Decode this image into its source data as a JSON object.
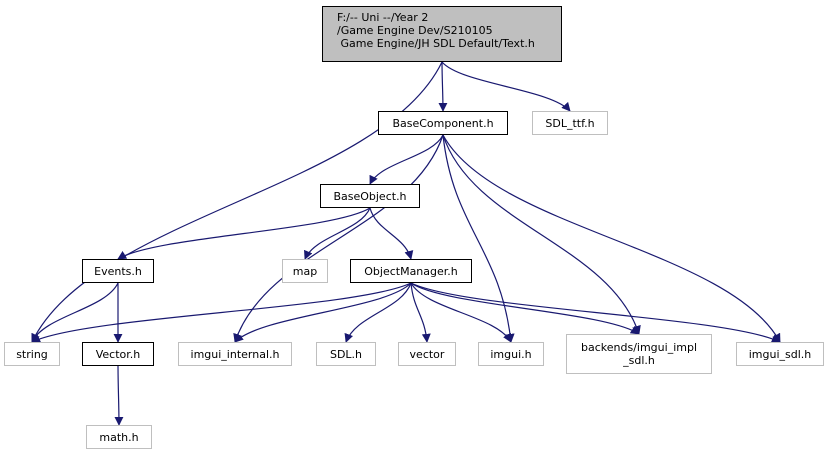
{
  "colors": {
    "edge": "#191970",
    "root_fill": "#bfbfbf",
    "doc_border": "#000000",
    "ext_border": "#bfbfbf"
  },
  "nodes": {
    "root": {
      "label": "F:/-- Uni --/Year 2\n/Game Engine Dev/S210105\n Game Engine/JH SDL Default/Text.h"
    },
    "base_component": {
      "label": "BaseComponent.h"
    },
    "sdl_ttf": {
      "label": "SDL_ttf.h"
    },
    "base_object": {
      "label": "BaseObject.h"
    },
    "events": {
      "label": "Events.h"
    },
    "map": {
      "label": "map"
    },
    "object_manager": {
      "label": "ObjectManager.h"
    },
    "string": {
      "label": "string"
    },
    "vector_h": {
      "label": "Vector.h"
    },
    "imgui_internal": {
      "label": "imgui_internal.h"
    },
    "sdl_h": {
      "label": "SDL.h"
    },
    "vector": {
      "label": "vector"
    },
    "imgui_h": {
      "label": "imgui.h"
    },
    "imgui_impl_sdl": {
      "label": "backends/imgui_impl\n_sdl.h"
    },
    "imgui_sdl": {
      "label": "imgui_sdl.h"
    },
    "math_h": {
      "label": "math.h"
    }
  },
  "edges": [
    [
      "root",
      "base_component"
    ],
    [
      "root",
      "sdl_ttf"
    ],
    [
      "root",
      "string"
    ],
    [
      "base_component",
      "base_object"
    ],
    [
      "base_component",
      "imgui_internal"
    ],
    [
      "base_component",
      "imgui_h"
    ],
    [
      "base_component",
      "imgui_impl_sdl"
    ],
    [
      "base_component",
      "imgui_sdl"
    ],
    [
      "base_object",
      "events"
    ],
    [
      "base_object",
      "map"
    ],
    [
      "base_object",
      "object_manager"
    ],
    [
      "events",
      "string"
    ],
    [
      "events",
      "vector_h"
    ],
    [
      "vector_h",
      "math_h"
    ],
    [
      "object_manager",
      "string"
    ],
    [
      "object_manager",
      "imgui_internal"
    ],
    [
      "object_manager",
      "sdl_h"
    ],
    [
      "object_manager",
      "vector"
    ],
    [
      "object_manager",
      "imgui_h"
    ],
    [
      "object_manager",
      "imgui_impl_sdl"
    ],
    [
      "object_manager",
      "imgui_sdl"
    ]
  ]
}
